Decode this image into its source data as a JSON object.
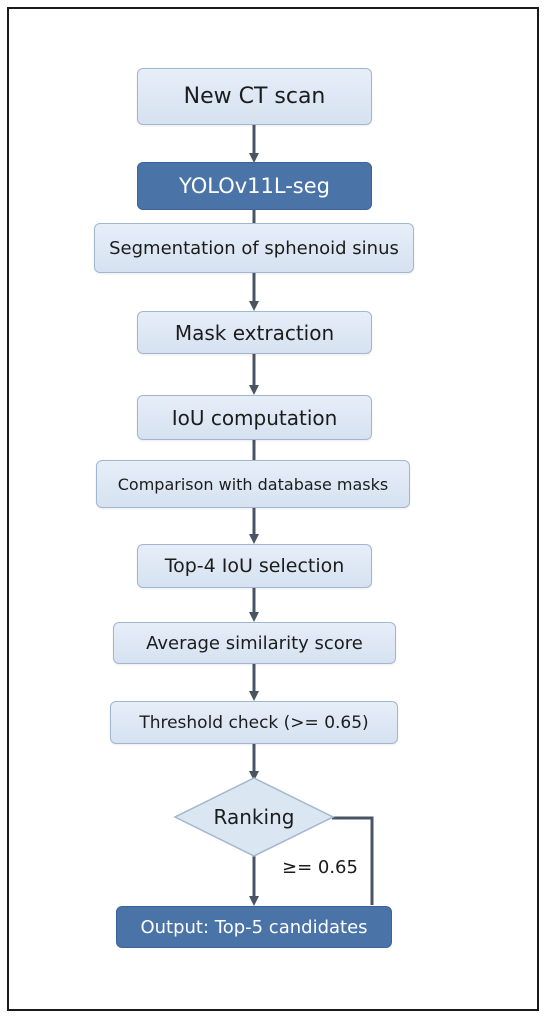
{
  "flowchart": {
    "nodes": [
      {
        "id": "new-ct-scan",
        "label": "New CT scan",
        "style": "light"
      },
      {
        "id": "yolo",
        "label": "YOLOv11L-seg",
        "style": "dark"
      },
      {
        "id": "segmentation",
        "label": "Segmentation of sphenoid sinus",
        "style": "light"
      },
      {
        "id": "mask-extraction",
        "label": "Mask extraction",
        "style": "light"
      },
      {
        "id": "iou-computation",
        "label": "IoU computation",
        "style": "light"
      },
      {
        "id": "comparison",
        "label": "Comparison with database masks",
        "style": "light"
      },
      {
        "id": "top4",
        "label": "Top-4 IoU selection",
        "style": "light"
      },
      {
        "id": "average",
        "label": "Average similarity score",
        "style": "light"
      },
      {
        "id": "threshold",
        "label": "Threshold check (>= 0.65)",
        "style": "light"
      },
      {
        "id": "ranking",
        "label": "Ranking",
        "shape": "diamond"
      },
      {
        "id": "output",
        "label": "Output: Top-5 candidates",
        "style": "dark"
      }
    ],
    "edge_label": "≥= 0.65"
  },
  "colors": {
    "box_fill": "#dbe6f3",
    "box_border": "#a3b6cf",
    "accent": "#4a73a8",
    "arrow": "#4a5563"
  }
}
